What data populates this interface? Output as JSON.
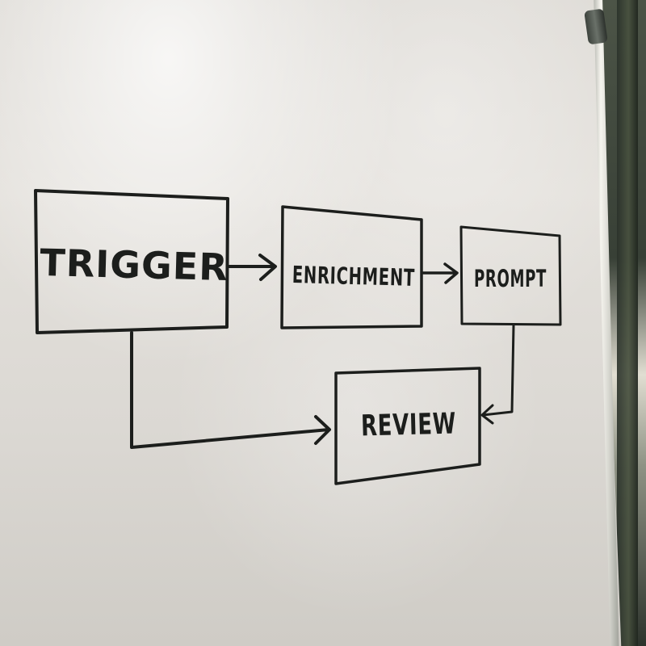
{
  "diagram": {
    "nodes": {
      "trigger": {
        "label": "TRIGGER"
      },
      "enrichment": {
        "label": "ENRICHMENT"
      },
      "prompt": {
        "label": "PROMPT"
      },
      "review": {
        "label": "REVIEW"
      }
    },
    "edges": [
      {
        "from": "TRIGGER",
        "to": "ENRICHMENT"
      },
      {
        "from": "ENRICHMENT",
        "to": "PROMPT"
      },
      {
        "from": "PROMPT",
        "to": "REVIEW"
      },
      {
        "from": "TRIGGER",
        "to": "REVIEW"
      }
    ]
  },
  "colors": {
    "ink": "#1c1e1c",
    "board": "#dedbd6"
  }
}
